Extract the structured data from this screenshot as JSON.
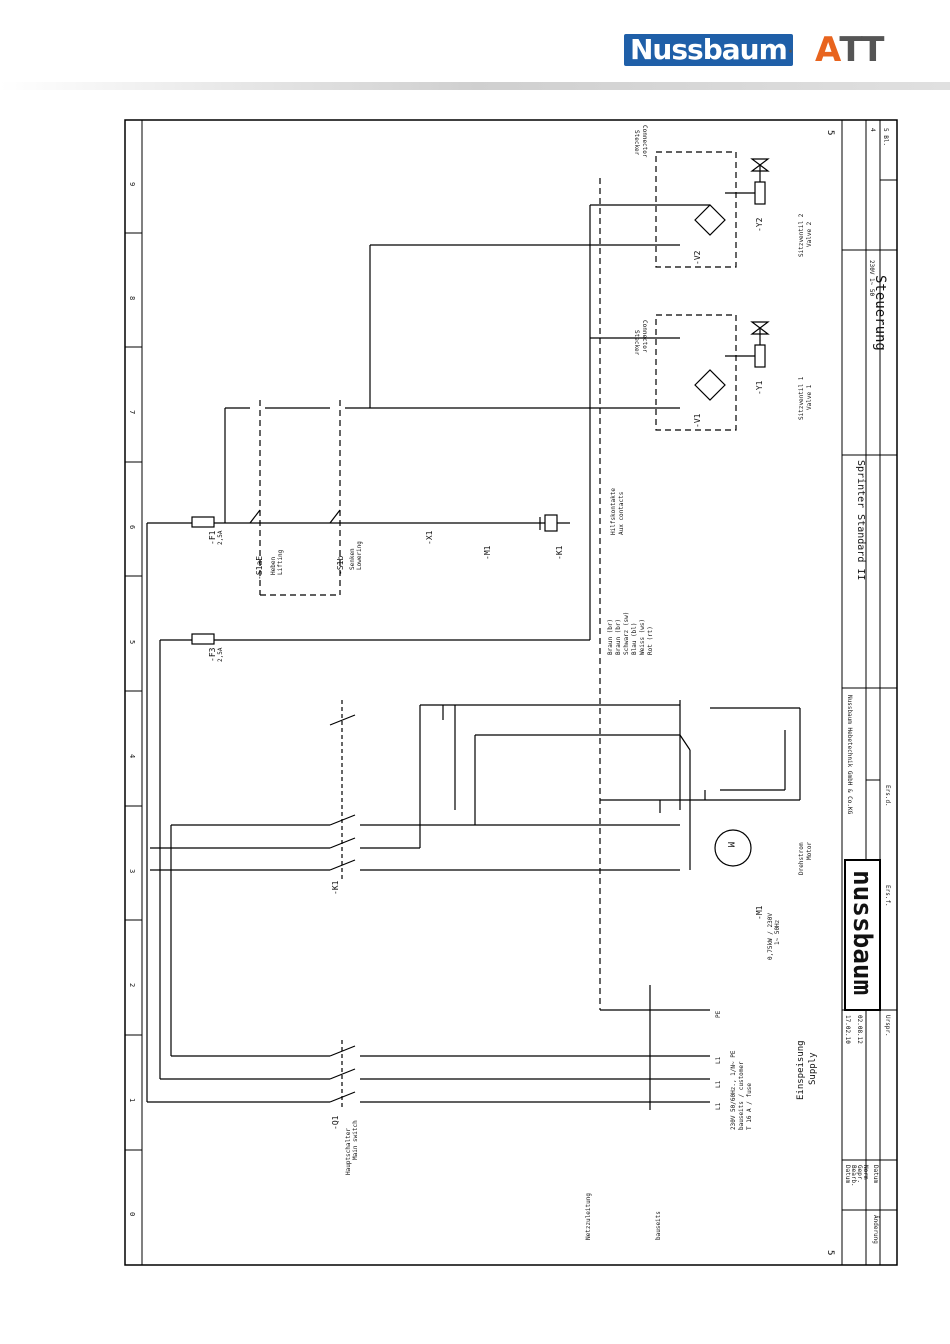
{
  "header": {
    "brand_left": "Nussbaum",
    "separator": "·",
    "brand_right_a": "A",
    "brand_right_tt": "TT"
  },
  "sheet": {
    "corner_top": "5",
    "corner_bottom": "5",
    "grid_numbers": [
      "0",
      "1",
      "2",
      "3",
      "4",
      "5",
      "6",
      "7",
      "8",
      "9"
    ],
    "feed_label": [
      "Einspeisung",
      "Supply"
    ],
    "feed_notes": [
      "230V 50/60Hz., 1/N~ PE",
      "bauseits / customer",
      "T 16 A / fuse"
    ],
    "terminals": [
      "L1",
      "L1",
      "L1",
      "PE"
    ],
    "main_switch": "-Q1",
    "main_switch_label": [
      "Hauptschalter",
      "Main switch"
    ],
    "left_notes": [
      "Netzzuleitung",
      "bauseits"
    ],
    "motor": "-M1",
    "motor_data": [
      "0,75kW / 230V",
      "1~ 50Hz"
    ],
    "motor_label": [
      "Drehstrom",
      "Motor"
    ],
    "contactor": "-K1",
    "fuse1": "-F1",
    "fuse3": "-F3",
    "fuse_rating": "2,5A",
    "switch_up": "-S1aE",
    "switch_up_label": [
      "Heben",
      "Lifting"
    ],
    "switch_down": "-S1b",
    "switch_down_label": [
      "Senken",
      "Lowering"
    ],
    "terminal_x1": "-X1",
    "valve1": "-Y1",
    "valve2": "-Y2",
    "rectifier1": "-V1",
    "rectifier2": "-V2",
    "valve1_label": [
      "Sitzventil 1",
      "Valve 1"
    ],
    "valve2_label": [
      "Sitzventil 2",
      "Valve 2"
    ],
    "plug_label": [
      "Stecker",
      "Connector"
    ],
    "colors_legend": [
      "Braun (br)",
      "Braun (br)",
      "Schwarz (sw)",
      "Blau (bl)",
      "Weiss (ws)",
      "Rot (rt)"
    ],
    "contact_legend": [
      "Hilfskontakte",
      "Aux contacts"
    ],
    "title_block": {
      "company": "Nussbaum Hebetechnik GmbH & Co.KG",
      "logo": "nussbaum",
      "product": "Sprinter Standard II",
      "subject": "Steuerung",
      "voltage": "230V 1~ 50",
      "sheet_no": "4",
      "sheet_total": "5 Bl.",
      "date1": "17.02.10",
      "date2": "02.08.12",
      "rows": [
        "Datum",
        "Bearb.",
        "Gepr.",
        "Norm"
      ],
      "footer": [
        "Änderung",
        "Datum",
        "Name",
        "Urspr.",
        "Ers.f.",
        "Ers.d."
      ]
    }
  }
}
